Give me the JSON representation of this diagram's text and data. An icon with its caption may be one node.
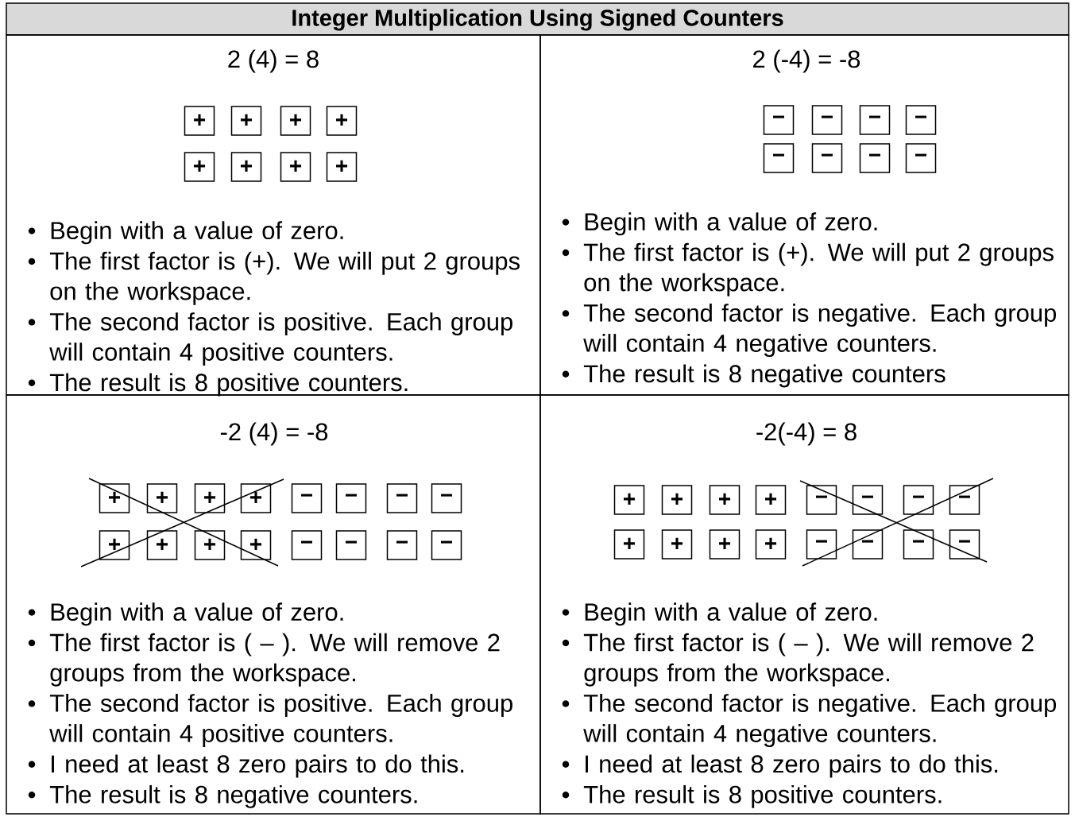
{
  "diagram": {
    "title": "Integer Multiplication Using Signed Counters",
    "nodes": [
      {
        "text": [
          "2 (4) = 8",
          "Begin with a value of zero.",
          "The first factor is (+).  We will put 2 groups on the workspace.",
          "The second factor is positive. Each group will contain 4 positive counters.",
          "The result is 8 positive counters."
        ]
      },
      {
        "text": [
          "+"
        ],
        "in": 0
      },
      {
        "text": [
          "+"
        ],
        "in": 0
      },
      {
        "text": [
          "+"
        ],
        "in": 0
      },
      {
        "text": [
          "+"
        ],
        "in": 0
      },
      {
        "text": [
          "+"
        ],
        "in": 0
      },
      {
        "text": [
          "+"
        ],
        "in": 0
      },
      {
        "text": [
          "+"
        ],
        "in": 0
      },
      {
        "text": [
          "+"
        ],
        "in": 0
      },
      {
        "text": [
          "2 (-4) = -8",
          "Begin with a value of zero.",
          "The first factor is (+).  We will put 2 groups on the workspace.",
          "The second factor is negative. Each group will contain 4 negative counters.",
          "The result is 8 negative counters"
        ]
      },
      {
        "text": [
          "−"
        ],
        "in": 9
      },
      {
        "text": [
          "−"
        ],
        "in": 9
      },
      {
        "text": [
          "−"
        ],
        "in": 9
      },
      {
        "text": [
          "−"
        ],
        "in": 9
      },
      {
        "text": [
          "−"
        ],
        "in": 9
      },
      {
        "text": [
          "−"
        ],
        "in": 9
      },
      {
        "text": [
          "−"
        ],
        "in": 9
      },
      {
        "text": [
          "−"
        ],
        "in": 9
      },
      {
        "text": [
          "-2 (4) = -8",
          "Begin with a value of zero.",
          "The first factor is ( – ).  We will remove 2 groups from the workspace.",
          "The second factor is positive. Each group will contain 4 positive counters.",
          "I need at least 8 zero pairs to do this.",
          "The result is 8 negative counters."
        ]
      },
      {
        "text": [
          "+"
        ],
        "in": 18
      },
      {
        "text": [
          "+"
        ],
        "in": 18
      },
      {
        "text": [
          "+"
        ],
        "in": 18
      },
      {
        "text": [
          "+"
        ],
        "in": 18
      },
      {
        "text": [
          "−"
        ],
        "in": 18
      },
      {
        "text": [
          "−"
        ],
        "in": 18
      },
      {
        "text": [
          "−"
        ],
        "in": 18
      },
      {
        "text": [
          "−"
        ],
        "in": 18
      },
      {
        "text": [
          "+"
        ],
        "in": 18
      },
      {
        "text": [
          "+"
        ],
        "in": 18
      },
      {
        "text": [
          "+"
        ],
        "in": 18
      },
      {
        "text": [
          "+"
        ],
        "in": 18
      },
      {
        "text": [
          "−"
        ],
        "in": 18
      },
      {
        "text": [
          "−"
        ],
        "in": 18
      },
      {
        "text": [
          "−"
        ],
        "in": 18
      },
      {
        "text": [
          "−"
        ],
        "in": 18
      },
      {
        "text": [
          "-2(-4) = 8",
          "Begin with a value of zero.",
          "The first factor is ( – ).  We will remove 2 groups from the workspace.",
          "The second factor is negative. Each group will contain 4 negative counters.",
          "I need at least 8 zero pairs to do this.",
          "The result is 8 positive counters."
        ]
      },
      {
        "text": [
          "+"
        ],
        "in": 35
      },
      {
        "text": [
          "+"
        ],
        "in": 35
      },
      {
        "text": [
          "+"
        ],
        "in": 35
      },
      {
        "text": [
          "+"
        ],
        "in": 35
      },
      {
        "text": [
          "−"
        ],
        "in": 35
      },
      {
        "text": [
          "−"
        ],
        "in": 35
      },
      {
        "text": [
          "−"
        ],
        "in": 35
      },
      {
        "text": [
          "−"
        ],
        "in": 35
      },
      {
        "text": [
          "+"
        ],
        "in": 35
      },
      {
        "text": [
          "+"
        ],
        "in": 35
      },
      {
        "text": [
          "+"
        ],
        "in": 35
      },
      {
        "text": [
          "+"
        ],
        "in": 35
      },
      {
        "text": [
          "−"
        ],
        "in": 35
      },
      {
        "text": [
          "−"
        ],
        "in": 35
      },
      {
        "text": [
          "−"
        ],
        "in": 35
      },
      {
        "text": [
          "−"
        ],
        "in": 35
      }
    ]
  }
}
